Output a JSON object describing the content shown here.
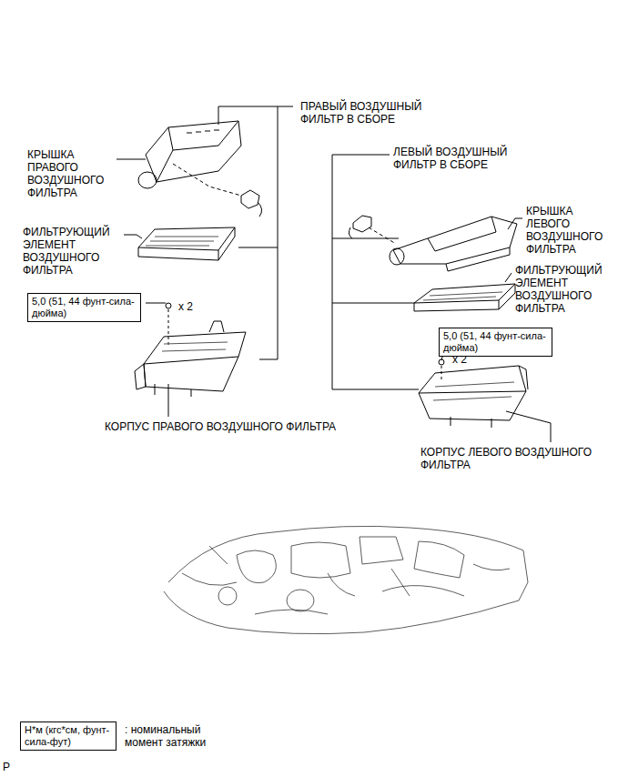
{
  "diagram": {
    "nodes": [
      {
        "text": [
          "5,0 (51, 44 фунт-сила-дюйма)"
        ]
      },
      {
        "text": [
          "5,0 (51, 44 фунт-сила-дюйма)"
        ]
      },
      {
        "text": [
          "Н*м (кгс*см, фунт-сила-фут)"
        ]
      }
    ],
    "labels": [
      "ПРАВЫЙ ВОЗДУШНЫЙ ФИЛЬТР В СБОРЕ",
      "КРЫШКА ПРАВОГО ВОЗДУШНОГО ФИЛЬТРА",
      "ФИЛЬТРУЮЩИЙ ЭЛЕМЕНТ ВОЗДУШНОГО ФИЛЬТРА",
      "x 2",
      "КОРПУС ПРАВОГО ВОЗДУШНОГО ФИЛЬТРА",
      "ЛЕВЫЙ ВОЗДУШНЫЙ ФИЛЬТР В СБОРЕ",
      "КРЫШКА ЛЕВОГО ВОЗДУШНОГО ФИЛЬТРА",
      "ФИЛЬТРУЮЩИЙ ЭЛЕМЕНТ ВОЗДУШНОГО ФИЛЬТРА",
      "x 2",
      "КОРПУС ЛЕВОГО ВОЗДУШНОГО ФИЛЬТРА",
      ": номинальный момент затяжки",
      "P"
    ]
  }
}
